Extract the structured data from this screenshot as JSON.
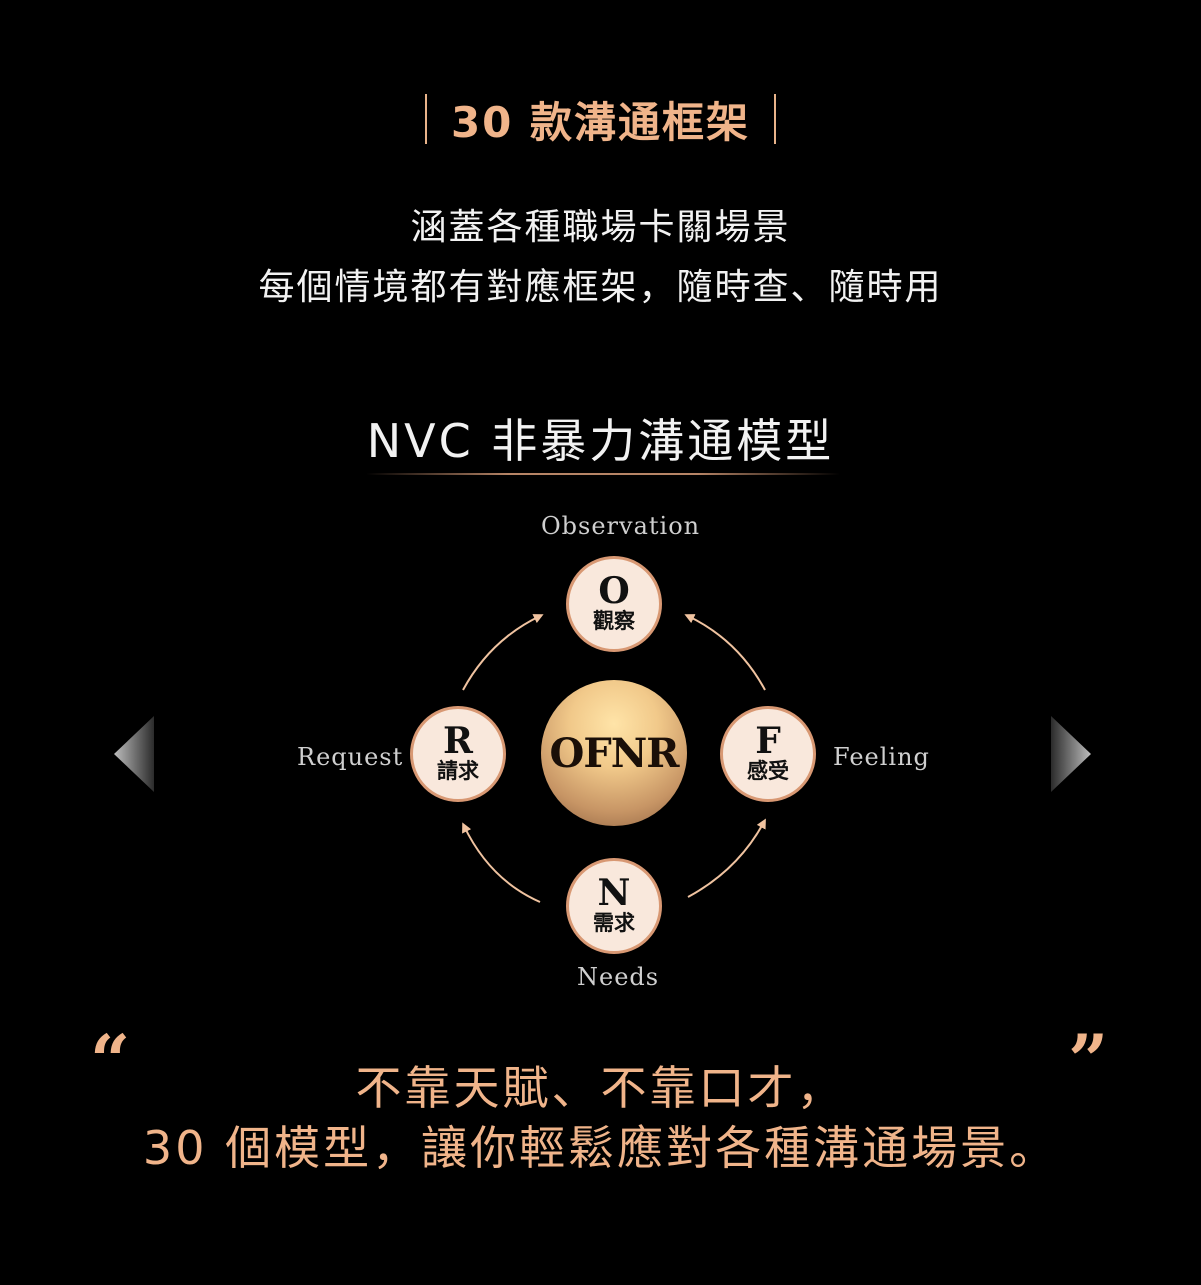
{
  "header": {
    "title": "30 款溝通框架"
  },
  "subtitle": {
    "line1": "涵蓋各種職場卡關場景",
    "line2": "每個情境都有對應框架，隨時查、隨時用"
  },
  "model": {
    "title": "NVC 非暴力溝通模型",
    "center": "OFNR",
    "nodes": {
      "observation": {
        "letter": "O",
        "zh": "觀察",
        "en": "Observation"
      },
      "feeling": {
        "letter": "F",
        "zh": "感受",
        "en": "Feeling"
      },
      "needs": {
        "letter": "N",
        "zh": "需求",
        "en": "Needs"
      },
      "request": {
        "letter": "R",
        "zh": "請求",
        "en": "Request"
      }
    }
  },
  "quote": {
    "open_mark": "“",
    "close_mark": "”",
    "line1": "不靠天賦、不靠口才，",
    "line2": "30 個模型，讓你輕鬆應對各種溝通場景。"
  },
  "colors": {
    "accent": "#f0b48a",
    "node_fill": "#f9e8dc",
    "node_border": "#d89873",
    "background": "#000000"
  },
  "icons": {
    "prev": "triangle-left-icon",
    "next": "triangle-right-icon"
  }
}
